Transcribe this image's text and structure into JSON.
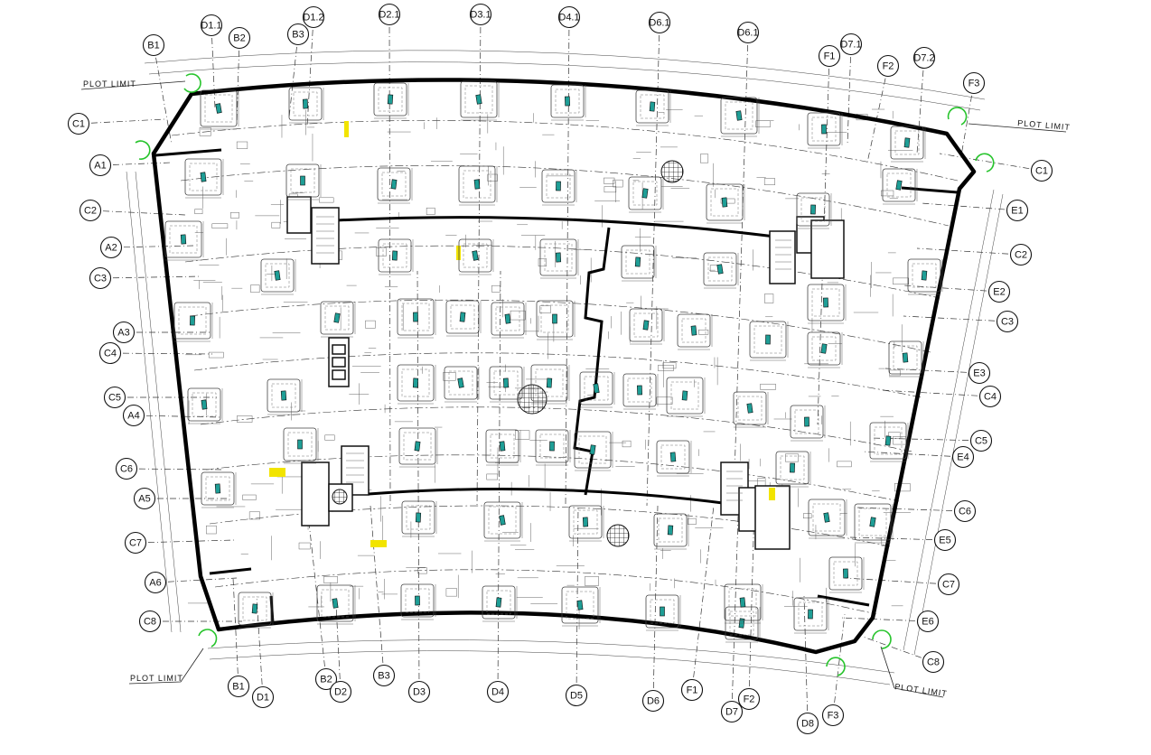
{
  "drawing": {
    "plot_limit_labels": [
      "PLOT LIMIT",
      "PLOT LIMIT",
      "PLOT LIMIT",
      "PLOT LIMIT"
    ],
    "top_bubbles": [
      "B1",
      "D1.1",
      "B2",
      "B3",
      "D1.2",
      "D2.1",
      "D3.1",
      "D4.1",
      "D6.1",
      "D6.1",
      "F1",
      "D7.1",
      "F2",
      "D7.2",
      "F3"
    ],
    "bottom_bubbles": [
      "B1",
      "D1",
      "B2",
      "D2",
      "B3",
      "D3",
      "D4",
      "D5",
      "D6",
      "F1",
      "D7",
      "F2",
      "D8",
      "F3"
    ],
    "left_bubbles": [
      "C1",
      "A1",
      "C2",
      "A2",
      "C3",
      "A3",
      "C4",
      "C5",
      "A4",
      "C6",
      "A5",
      "C7",
      "A6",
      "C8"
    ],
    "right_bubbles": [
      "C1",
      "E1",
      "C2",
      "E2",
      "C3",
      "E3",
      "C4",
      "C5",
      "E4",
      "C6",
      "E5",
      "C7",
      "E6",
      "C8"
    ],
    "colors": {
      "column": "#1e9e96",
      "plot_marker": "#27c42c",
      "highlight": "#f2e400",
      "line": "#000000"
    }
  }
}
